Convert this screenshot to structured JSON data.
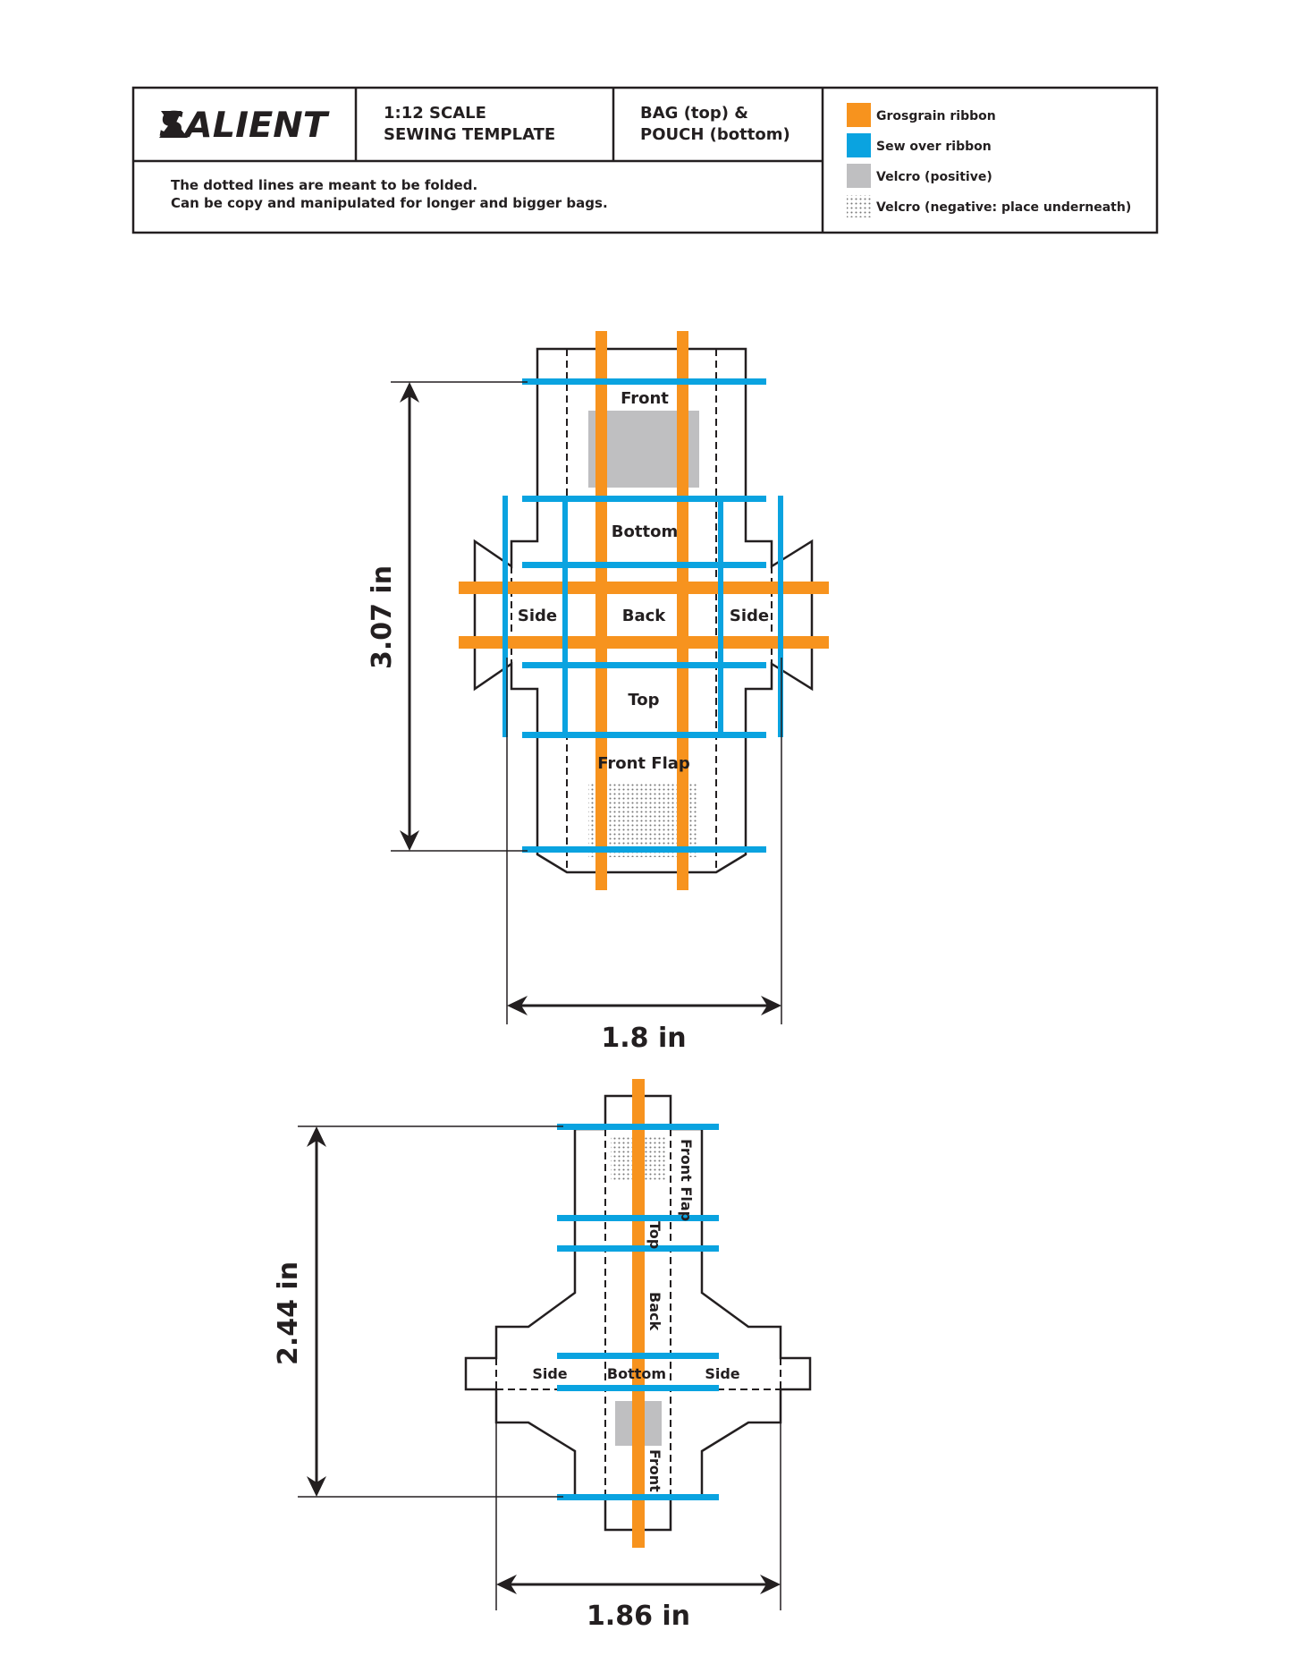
{
  "header": {
    "logo": "SALIENT",
    "scale_line1": "1:12 SCALE",
    "scale_line2": "SEWING TEMPLATE",
    "pattern_line1": "BAG (top) &",
    "pattern_line2": "POUCH (bottom)",
    "note_line1": "The dotted lines are meant to be folded.",
    "note_line2": "Can be copy and manipulated for longer and bigger bags."
  },
  "legend": {
    "items": [
      {
        "label": "Grosgrain ribbon",
        "swatch": "orange"
      },
      {
        "label": "Sew over ribbon",
        "swatch": "blue"
      },
      {
        "label": "Velcro (positive)",
        "swatch": "gray"
      },
      {
        "label": "Velcro (negative: place underneath)",
        "swatch": "dots"
      }
    ]
  },
  "colors": {
    "ribbon": "#F7931E",
    "sew": "#0AA3E0",
    "velcro_positive": "#BFBFC1",
    "velcro_negative": "#777777",
    "outline": "#231F20"
  },
  "bag": {
    "labels": {
      "front": "Front",
      "bottom": "Bottom",
      "side_left": "Side",
      "back": "Back",
      "side_right": "Side",
      "top": "Top",
      "front_flap": "Front Flap"
    },
    "height_dim": "3.07 in",
    "width_dim": "1.8 in"
  },
  "pouch": {
    "labels": {
      "front_flap": "Front Flap",
      "top": "Top",
      "back": "Back",
      "side_left": "Side",
      "bottom": "Bottom",
      "side_right": "Side",
      "front": "Front"
    },
    "height_dim": "2.44 in",
    "width_dim": "1.86 in"
  }
}
